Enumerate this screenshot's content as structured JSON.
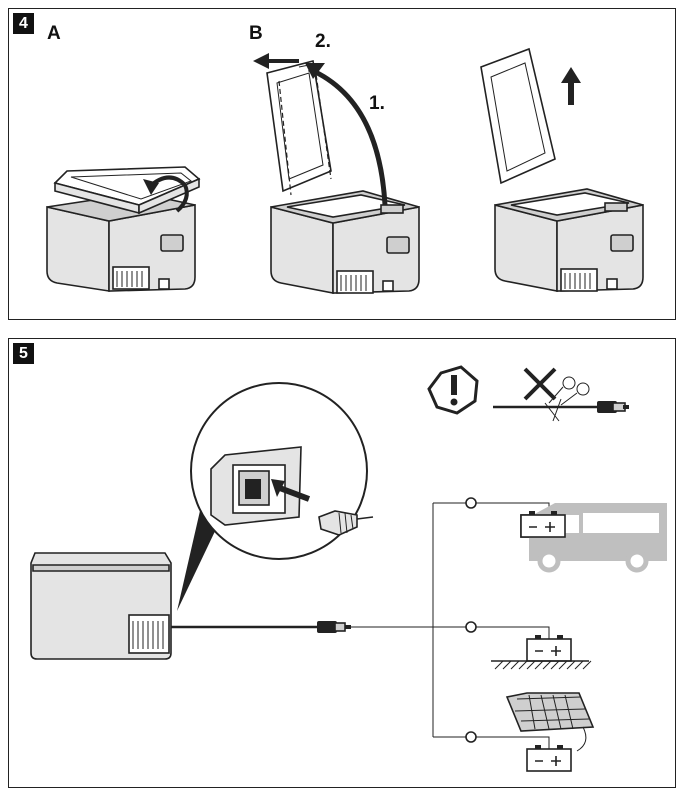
{
  "step4": {
    "badge": "4",
    "labels": {
      "a": "A",
      "b": "B",
      "step1": "1.",
      "step2": "2."
    }
  },
  "step5": {
    "badge": "5"
  },
  "icons": {
    "warning": "exclamation-warning-icon",
    "no_cut": "no-cutting-cable-icon",
    "car_plug": "cigarette-lighter-plug-icon",
    "battery": "battery-icon",
    "van": "van-icon",
    "solar": "solar-panel-icon"
  },
  "colors": {
    "line": "#222222",
    "fill_light": "#e4e4e4",
    "fill_mid": "#cfcfcf",
    "fill_dark": "#222222"
  }
}
